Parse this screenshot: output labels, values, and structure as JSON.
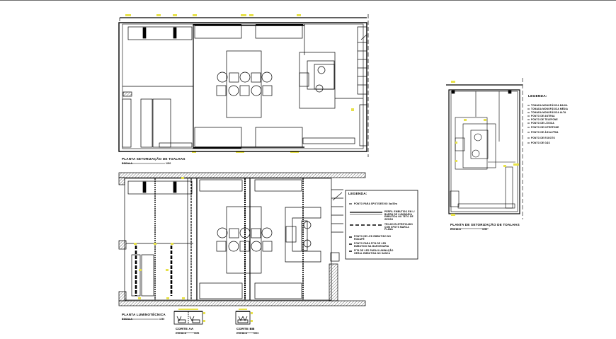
{
  "drawing": {
    "type": "architectural floor plan sheet",
    "colors": {
      "line": "#000000",
      "dimension_marker": "#e8e24a",
      "hatch": "#555555",
      "background": "#ffffff",
      "top_border": "#6e6e6e"
    }
  },
  "plans": [
    {
      "id": "plan-1",
      "title": "PLANTA SETORIZAÇÃO DE TOALHAS",
      "scale_label": "ESCALA",
      "scale_value": "1/50",
      "fixtures": {
        "dining_table": 1,
        "round_chairs": 5,
        "square_seats": 5,
        "island_burners": 2
      }
    },
    {
      "id": "plan-2",
      "title": "PLANTA LUMINOTÉCNICA",
      "scale_label": "ESCALA",
      "scale_value": "1/50",
      "legend": {
        "title": "LEGENDA:",
        "items": [
          "PONTO PARA SPOT/DESVIO 3w/20w",
          "PERFIL EMBUTIDO EM L/ BARRA DE LUMINÁRIA EMBUTIDA NO TETO DE GESSO",
          "TRILHO ELETRIFICADO COM SPOTS MARCA PLANA",
          "PONTO DE LED EMBUTIDO NO RODAPÉ",
          "PONTO PARA FITA DE LED EMBUTIDO NA MARCENARIA",
          "FITA DE LED PARA ILUMINAÇÃO GERAL EMBUTIDA NO SANCA"
        ]
      }
    },
    {
      "id": "plan-3",
      "title": "PLANTA DE SETORIZAÇÃO DE TOALHAS",
      "scale_label": "ESCALA",
      "scale_value": "1/50",
      "legend": {
        "title": "LEGENDA:",
        "items": [
          "TOMADA MONOFÁSICA BAIXA",
          "TOMADA MONOFÁSICA MÉDIA",
          "TOMADA MONOFÁSICA ALTA",
          "PONTO DE ANTENA",
          "PONTO DE TELEFONE",
          "PONTO DE LÓGICA",
          "PONTO DE INTERFONE",
          "PONTO DE ÁGUA FRIA",
          "PONTO DE ESGOTO",
          "PONTO DE GÁS"
        ]
      }
    }
  ],
  "sections": [
    {
      "id": "corte-aa",
      "title": "CORTE AA",
      "scale_label": "ESCALA",
      "scale_value": "1/25"
    },
    {
      "id": "corte-bb",
      "title": "CORTE BB",
      "scale_label": "ESCALA",
      "scale_value": "1/25"
    }
  ]
}
